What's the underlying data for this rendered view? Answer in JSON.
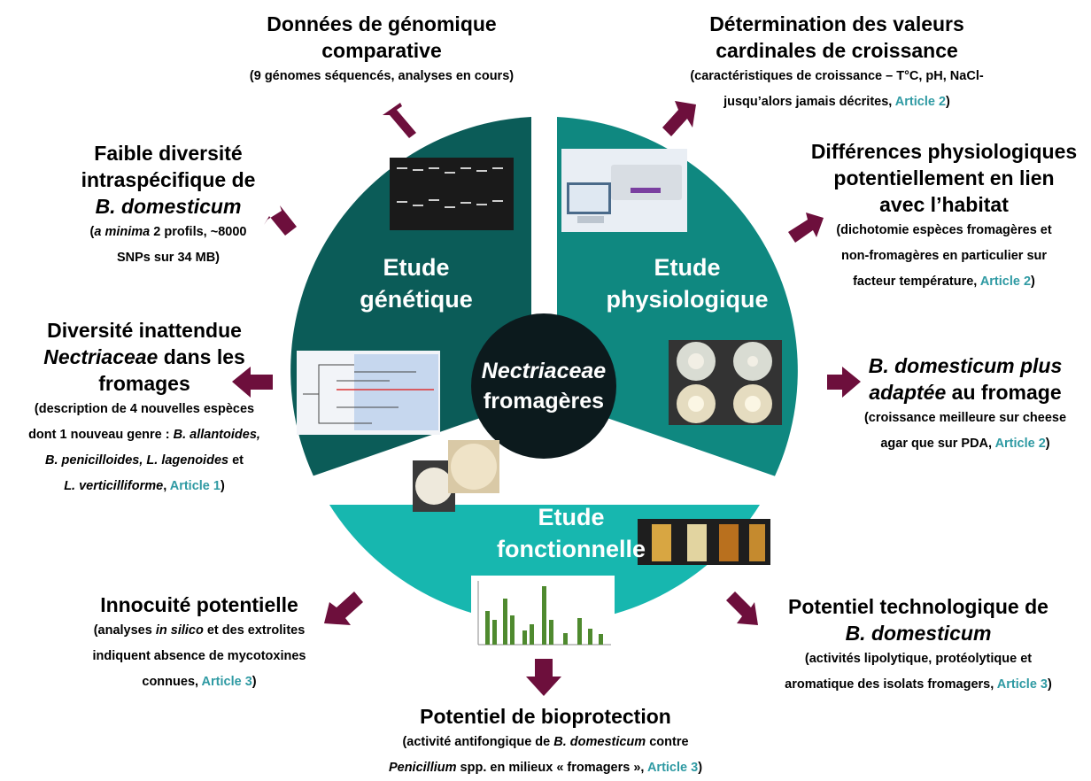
{
  "center": {
    "line1": "Nectriaceae",
    "line2": "fromagères"
  },
  "segments": {
    "genetique": {
      "line1": "Etude",
      "line2": "génétique",
      "color": "#0b5c58"
    },
    "physiologique": {
      "line1": "Etude",
      "line2": "physiologique",
      "color": "#0f8880"
    },
    "fonctionnelle": {
      "line1": "Etude",
      "line2": "fonctionnelle",
      "color": "#17b7af"
    }
  },
  "colors": {
    "arrow": "#6d0f3c",
    "article": "#2f9aa3",
    "hub": "#0c1a1d"
  },
  "items": {
    "genomique": {
      "title1": "Données de génomique",
      "title2": "comparative",
      "sub1": "(9 génomes séquencés, analyses en cours)"
    },
    "cardinales": {
      "title1": "Détermination des valeurs",
      "title2": "cardinales de croissance",
      "sub1": "(caractéristiques de croissance – T°C, pH, NaCl-",
      "sub2a": "jusqu’alors jamais décrites, ",
      "article": "Article 2",
      "close": ")"
    },
    "faible": {
      "title1": "Faible diversité",
      "title2": "intraspécifique de",
      "title3": "B. domesticum",
      "sub1a": "a minima",
      "sub1b": " 2 profils, ~8000",
      "sub2": "SNPs sur 34 MB)",
      "open": "("
    },
    "differences": {
      "title1": "Différences physiologiques",
      "title2": "potentiellement en lien",
      "title3": "avec l’habitat",
      "sub1": "(dichotomie espèces fromagères et",
      "sub2": "non-fromagères en particulier sur",
      "sub3a": "facteur température, ",
      "article": "Article 2",
      "close": ")"
    },
    "inattendue": {
      "title1": "Diversité inattendue",
      "title2a": "Nectriaceae",
      "title2b": " dans les",
      "title3": "fromages",
      "sub1": "(description de 4 nouvelles espèces",
      "sub2a": "dont 1 nouveau genre : ",
      "sub2b": "B. allantoides,",
      "sub3a": "B. penicilloides, L. lagenoides",
      "sub3b": " et",
      "sub4a": "L. verticilliforme",
      "sub4b": ", ",
      "article": "Article 1",
      "close": ")"
    },
    "adaptee": {
      "title1a": "B. domesticum plus",
      "title2a": "adaptée",
      "title2b": " au fromage",
      "sub1": "(croissance meilleure sur cheese",
      "sub2a": "agar que sur PDA, ",
      "article": "Article 2",
      "close": ")"
    },
    "innocuite": {
      "title1": "Innocuité potentielle",
      "sub1a": "(analyses ",
      "sub1b": "in silico",
      "sub1c": " et des extrolites",
      "sub2": "indiquent absence de mycotoxines",
      "sub3a": "connues, ",
      "article": "Article 3",
      "close": ")"
    },
    "technologique": {
      "title1": "Potentiel technologique de",
      "title2": "B. domesticum",
      "sub1": "(activités lipolytique, protéolytique et",
      "sub2a": "aromatique des isolats fromagers, ",
      "article": "Article 3",
      "close": ")"
    },
    "bioprotection": {
      "title1": "Potentiel de bioprotection",
      "sub1a": "(activité antifongique de ",
      "sub1b": "B. domesticum",
      "sub1c": " contre",
      "sub2a": "Penicillium",
      "sub2b": " spp. en milieux « fromagers », ",
      "article": "Article 3",
      "close": ")"
    }
  }
}
